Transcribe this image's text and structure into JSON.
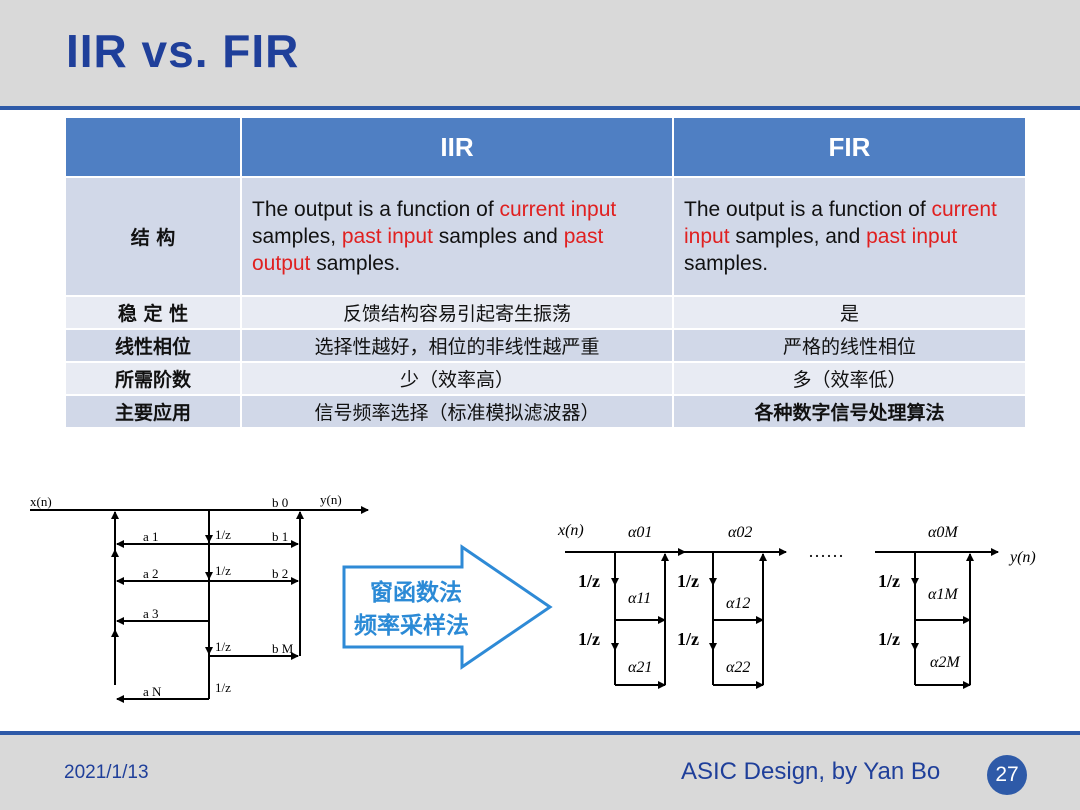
{
  "slide": {
    "title": "IIR vs. FIR",
    "date": "2021/1/13",
    "author": "ASIC Design, by Yan Bo",
    "page_number": "27"
  },
  "table": {
    "headers": [
      "",
      "IIR",
      "FIR"
    ],
    "structure": {
      "label": "结 构",
      "iir": [
        {
          "text": "The output is a function of ",
          "red": false
        },
        {
          "text": "current input",
          "red": true
        },
        {
          "text": " samples, ",
          "red": false
        },
        {
          "text": "past input",
          "red": true
        },
        {
          "text": " samples and ",
          "red": false
        },
        {
          "text": "past output",
          "red": true
        },
        {
          "text": " samples.",
          "red": false
        }
      ],
      "fir": [
        {
          "text": "The output is a function of ",
          "red": false
        },
        {
          "text": "current input",
          "red": true
        },
        {
          "text": " samples, and ",
          "red": false
        },
        {
          "text": "past input",
          "red": true
        },
        {
          "text": " samples.",
          "red": false
        }
      ]
    },
    "rows": [
      {
        "label": "稳 定 性",
        "iir": "反馈结构容易引起寄生振荡",
        "fir": "是"
      },
      {
        "label": "线性相位",
        "iir": "选择性越好，相位的非线性越严重",
        "fir": "严格的线性相位"
      },
      {
        "label": "所需阶数",
        "iir": "少（效率高）",
        "fir": "多（效率低）"
      },
      {
        "label": "主要应用",
        "iir": "信号频率选择（标准模拟滤波器）",
        "fir": "各种数字信号处理算法"
      }
    ]
  },
  "arrow": {
    "line1": "窗函数法",
    "line2": "频率采样法"
  },
  "iir_diagram": {
    "input": "x(n)",
    "output": "y(n)",
    "delay": "1/z",
    "feedback": [
      "a 1",
      "a 2",
      "a 3",
      "a N"
    ],
    "feedforward": [
      "b 0",
      "b 1",
      "b 2",
      "b M"
    ]
  },
  "fir_diagram": {
    "input": "x(n)",
    "output": "y(n)",
    "delay": "1/z",
    "ellipsis": "······",
    "coefficients": {
      "col1": [
        "α01",
        "α11",
        "α21"
      ],
      "col2": [
        "α02",
        "α12",
        "α22"
      ],
      "colM": [
        "α0M",
        "α1M",
        "α2M"
      ]
    }
  }
}
